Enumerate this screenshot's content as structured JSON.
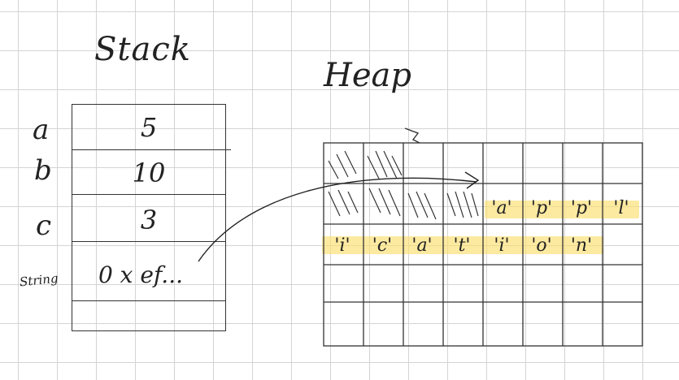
{
  "titles": {
    "stack": "Stack",
    "heap": "Heap"
  },
  "stack": {
    "rows": [
      {
        "name": "a",
        "value": "5"
      },
      {
        "name": "b",
        "value": "10"
      },
      {
        "name": "c",
        "value": "3"
      },
      {
        "name": "String",
        "value": "0 x ef..."
      }
    ]
  },
  "heap": {
    "row2_chars": [
      "'a'",
      "'p'",
      "'p'",
      "'l'"
    ],
    "row3_chars": [
      "'i'",
      "'c'",
      "'a'",
      "'t'",
      "'i'",
      "'o'",
      "'n'"
    ]
  },
  "colors": {
    "highlight": "#fade6e",
    "ink": "#222222",
    "grid": "#d4d4d4"
  }
}
